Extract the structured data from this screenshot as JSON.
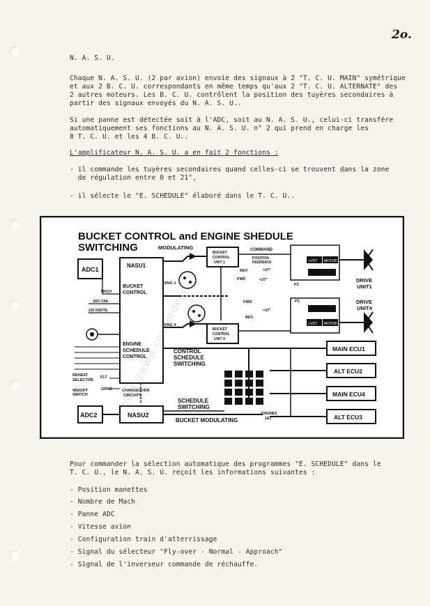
{
  "page_number": "2o.",
  "heading": "N. A. S. U.",
  "para1": [
    "Chaque N. A. S. U. (2 par avion) envoie des signaux à 2 \"T. C. U. MAIN\" symétrique",
    "et aux 2 B. C. U. correspondants en même temps qu'aux 2 \"T. C. U. ALTERNATE\" des",
    "2 autres moteurs. Les B. C. U. contrôlent la position des tuyères secondaires à",
    "partir des signaux envoyés du N. A. S. U.."
  ],
  "para2": [
    "Si une panne est détectée soit à l'ADC, soit au N. A. S. U., celui-ci transfère",
    "automatiquement ses fonctions au N. A. S. U. n° 2 qui prend en charge les",
    "8 T. C. U. et les 4 B. C. U.."
  ],
  "subheading": "L'amplificateur N. A. S. U. a en fait 2 fonctions :",
  "functions": [
    "- il commande les tuyères secondaires quand celles-ci se trouvent dans la zone",
    "  de régulation entre 0 et 21°,",
    "- il sélecte le \"E. SCHEDULE\" élaboré dans le T. C. U.."
  ],
  "diagram": {
    "title1": "BUCKET CONTROL and ENGINE SHEDULE",
    "title2": "SWITCHING",
    "modulating": "MODULATING",
    "command": "COMMAND",
    "position_feedback1": "POSITION",
    "position_feedback2": "FEEDBACK",
    "bcu1a": "BUCKET",
    "bcu1b": "CONTROL",
    "bcu1c": "UNIT 1",
    "bcu4a": "BUCKET",
    "bcu4b": "CONTROL",
    "bcu4c": "UNIT 4",
    "rev": "REV",
    "fwd": "FWD",
    "gt27": ">27°",
    "lt27": "<27°",
    "p3": "P3",
    "drive1a": "DRIVE",
    "drive1b": "UNIT1",
    "drive4a": "DRIVE",
    "drive4b": "UNIT4",
    "adc1": "ADC1",
    "adc2": "ADC2",
    "nasu1": "NASU1",
    "nasu2": "NASU2",
    "bucket": "BUCKET",
    "control": "CONTROL",
    "engine": "ENGINE",
    "schedule": "SCHEDULE",
    "control2": "CONTROL",
    "mach": "MACH",
    "adcfail": "ADC FAIL",
    "knots": "220 KNOTS",
    "reheat1": "REHEAT",
    "reheat2": "SELECTOR",
    "flt": "FLT",
    "weight1": "WEIGHT",
    "weight2": "SWITCH",
    "grnd": "GRND",
    "changeover1": "CHANGEOVER",
    "changeover2": "CIRCUITS",
    "csw1": "CONTROL",
    "csw2": "SCHEDULE",
    "csw3": "SWITCHING",
    "ssw1": "SCHEDULE",
    "ssw2": "SWITCHING",
    "bucket_mod": "BUCKET MODULATING",
    "engines": "ENGINES",
    "engines2": "2&3",
    "eng1": "ENG 1",
    "eng4": "ENG 4",
    "main_ecu1": "MAIN ECU1",
    "alt_ecu2": "ALT ECU2",
    "main_ecu4": "MAIN ECU4",
    "alt_ecu3": "ALT ECU3",
    "lvdt": "LVDT",
    "motor": "MOTOR"
  },
  "para3": [
    "Pour commander la sélection automatique des programmes \"E. SCHEDULE\" dans le",
    "T. C. U., le N. A. S. U. reçoit les informations suivantes :"
  ],
  "inputs": [
    "- Position manettes",
    "- Nombre de Mach",
    "- Panne ADC",
    "- Vitesse avion",
    "- Configuration train d'atterrissage",
    "- Signal du sélecteur \"Fly-over - Normal - Approach\"",
    "- Signal de l'inverseur commande de réchauffe."
  ],
  "watermark": "http://www.concordescr..."
}
